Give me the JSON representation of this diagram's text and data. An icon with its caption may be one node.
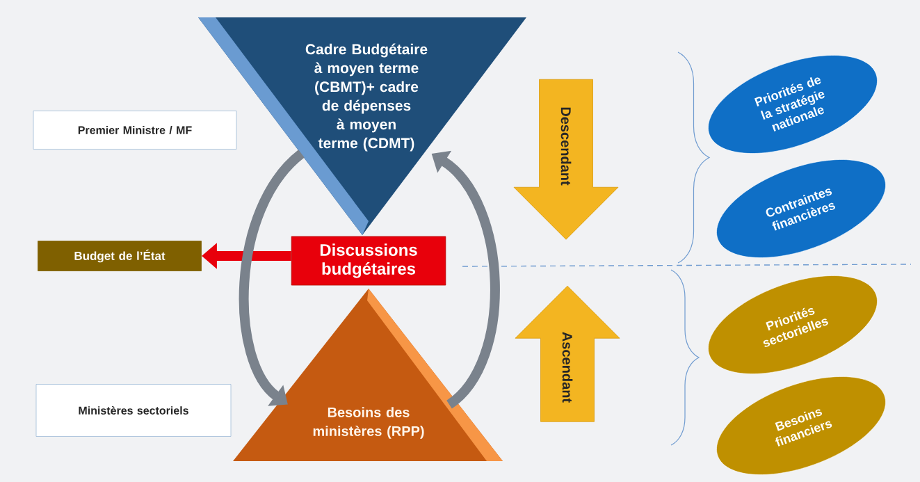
{
  "diagram": {
    "nodes": [
      {
        "text": [
          "Premier Ministre / MF"
        ]
      },
      {
        "text": [
          "Cadre Budgétaire à moyen terme (CBMT)+ cadre de dépenses à moyen terme (CDMT)"
        ]
      },
      {
        "text": [
          "Descendant"
        ]
      },
      {
        "text": [
          "Priorités de la stratégie nationale"
        ]
      },
      {
        "text": [
          "Contraintes financières"
        ]
      },
      {
        "text": [
          "Budget de l’État"
        ]
      },
      {
        "text": [
          "Discussions budgétaires"
        ]
      },
      {
        "text": [
          "Ministères sectoriels"
        ]
      },
      {
        "text": [
          "Besoins des ministères (RPP)"
        ]
      },
      {
        "text": [
          "Ascendant"
        ]
      },
      {
        "text": [
          "Priorités sectorielles"
        ]
      },
      {
        "text": [
          "Besoins financiers"
        ]
      }
    ],
    "edges": [
      {
        "from": 6,
        "to": 5,
        "arrow": "to",
        "color": "#e8000b"
      },
      {
        "from": 1,
        "to": 8,
        "arrow": "to"
      },
      {
        "from": 8,
        "to": 1,
        "arrow": "to"
      }
    ]
  }
}
